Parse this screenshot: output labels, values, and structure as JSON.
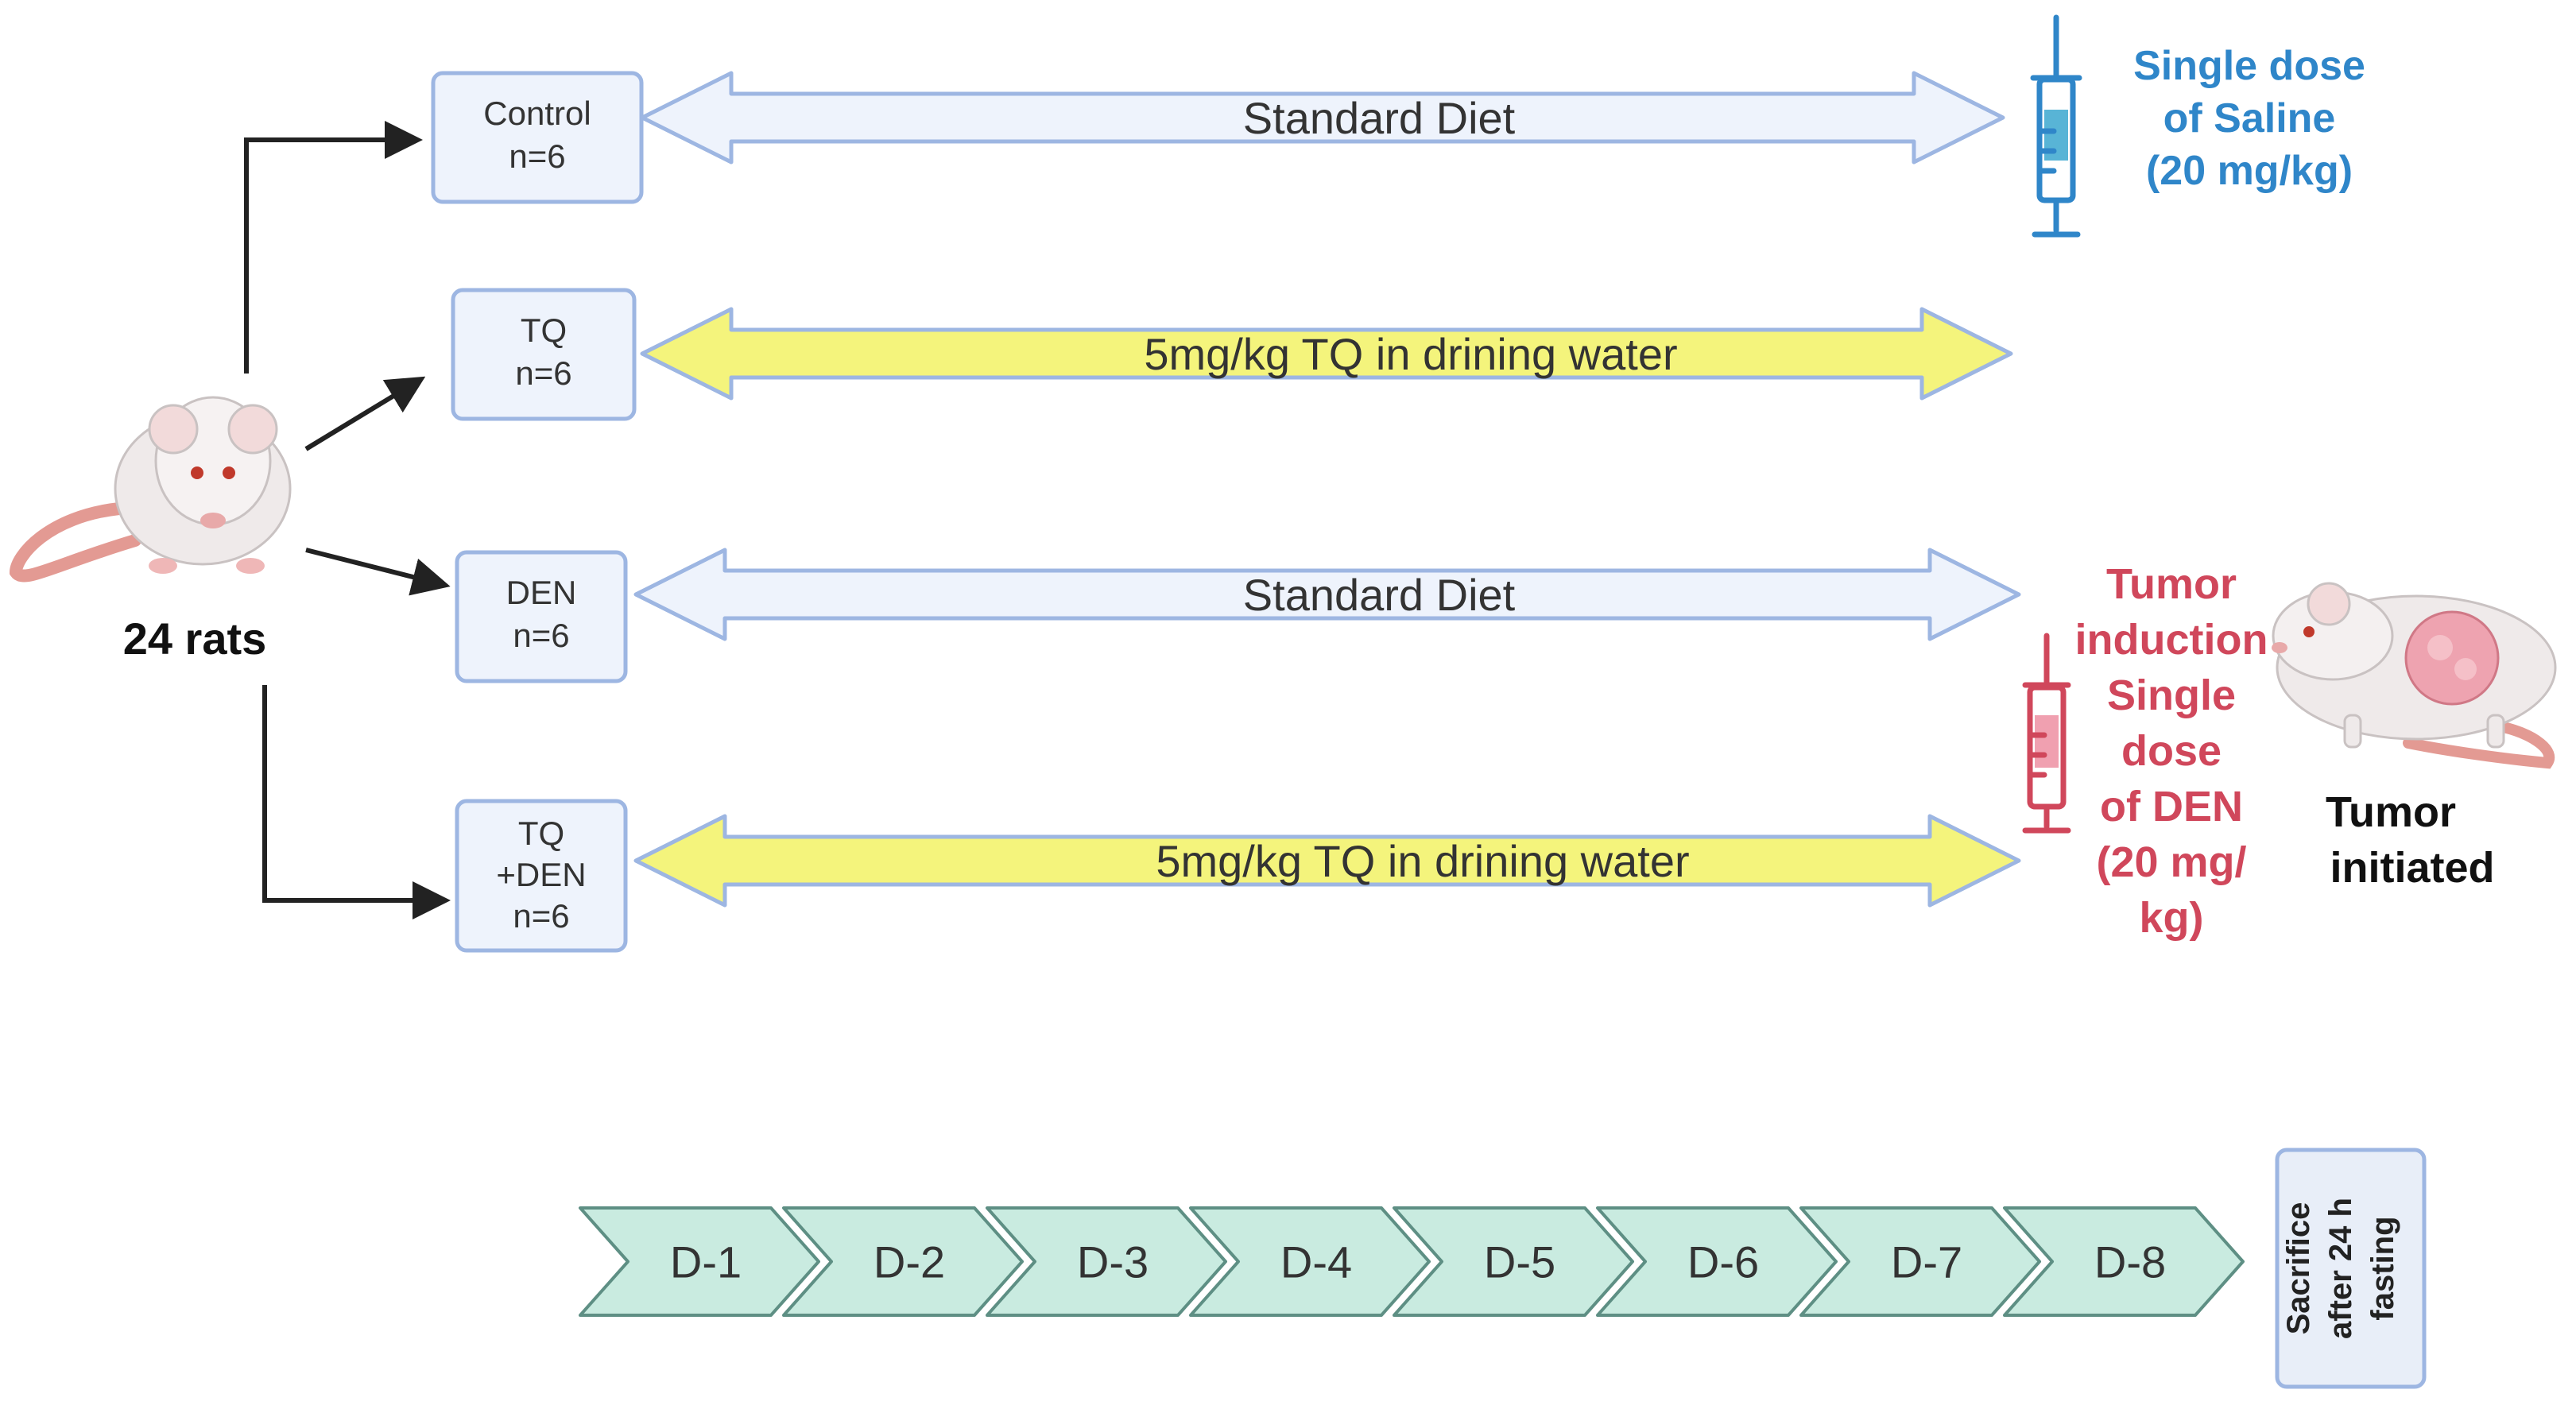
{
  "colors": {
    "saline_text": "#2f86c9",
    "den_text": "#d0475b",
    "arrow_blue_fill": "#eef3fc",
    "arrow_yellow_fill": "#f4f47c",
    "chevron_fill": "#c9ebe0"
  },
  "source": {
    "label": "24 rats",
    "icon": "rat-icon"
  },
  "groups": [
    {
      "line1": "Control",
      "line2": "n=6",
      "line3": ""
    },
    {
      "line1": "TQ",
      "line2": "n=6",
      "line3": ""
    },
    {
      "line1": "DEN",
      "line2": "n=6",
      "line3": ""
    },
    {
      "line1": "TQ",
      "line2": "+DEN",
      "line3": "n=6"
    }
  ],
  "treatments": [
    {
      "label": "Standard Diet",
      "style": "blue"
    },
    {
      "label": "5mg/kg TQ in drining water",
      "style": "yellow"
    },
    {
      "label": "Standard Diet",
      "style": "blue"
    },
    {
      "label": "5mg/kg TQ in drining water",
      "style": "yellow"
    }
  ],
  "saline": {
    "icon": "syringe-icon",
    "lines": [
      "Single dose",
      "of Saline",
      "(20 mg/kg)"
    ]
  },
  "den": {
    "icon": "syringe-icon",
    "lines": [
      "Tumor",
      "induction",
      "Single",
      "dose",
      "of DEN",
      "(20 mg/",
      "kg)"
    ]
  },
  "tumor": {
    "icon": "tumor-rat-icon",
    "lines": [
      "Tumor",
      "initiated"
    ]
  },
  "timeline": {
    "days": [
      "D-1",
      "D-2",
      "D-3",
      "D-4",
      "D-5",
      "D-6",
      "D-7",
      "D-8"
    ],
    "end_lines": [
      "Sacrifice",
      "after 24 h",
      "fasting"
    ]
  }
}
